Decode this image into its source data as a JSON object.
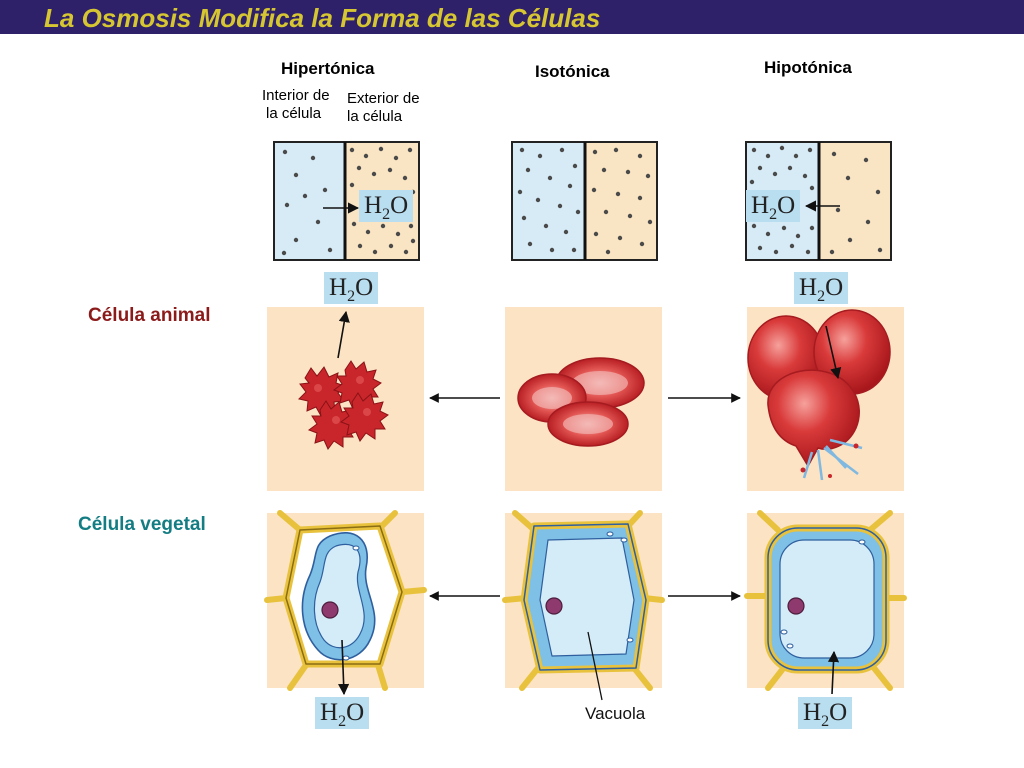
{
  "title": "La Osmosis Modifica la Forma de las Células",
  "columns": {
    "hypertonic": "Hipertónica",
    "isotonic": "Isotónica",
    "hypotonic": "Hipotónica"
  },
  "side_labels": {
    "inside": [
      "Interior de",
      "la célula"
    ],
    "outside": [
      "Exterior de",
      "la célula"
    ]
  },
  "rows": {
    "animal": "Célula animal",
    "plant": "Célula vegetal"
  },
  "water": {
    "base": "H",
    "sub": "2",
    "tail": "O"
  },
  "vacuole_label": "Vacuola",
  "colors": {
    "title_bar": "#2e2169",
    "title_text": "#d6c631",
    "inside_fill": "#d7ebf7",
    "outside_fill": "#f9e4c3",
    "water_tag": "#b9def0",
    "red_cell": "#c8262b",
    "cell_wall": "#e8c23c",
    "animal_label": "#8b1a1a",
    "plant_label": "#137d83"
  }
}
